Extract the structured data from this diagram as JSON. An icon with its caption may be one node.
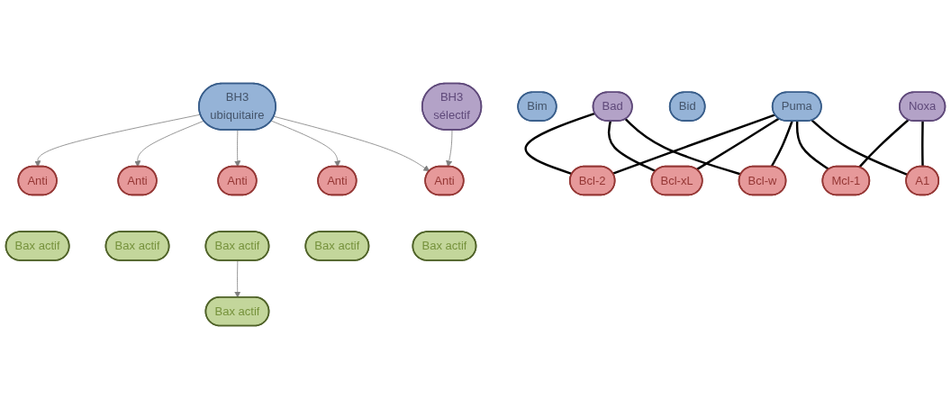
{
  "diagram": {
    "nodes": [
      {
        "text": [
          "BH3",
          "ubiquitaire"
        ]
      },
      {
        "text": [
          "BH3",
          "sélectif"
        ]
      },
      {
        "text": [
          "Anti"
        ]
      },
      {
        "text": [
          "Anti"
        ]
      },
      {
        "text": [
          "Anti"
        ]
      },
      {
        "text": [
          "Anti"
        ]
      },
      {
        "text": [
          "Anti"
        ]
      },
      {
        "text": [
          "Bax actif"
        ]
      },
      {
        "text": [
          "Bax actif"
        ]
      },
      {
        "text": [
          "Bax actif"
        ]
      },
      {
        "text": [
          "Bax actif"
        ]
      },
      {
        "text": [
          "Bax actif"
        ]
      },
      {
        "text": [
          "Bax actif"
        ]
      },
      {
        "text": [
          "Bim"
        ]
      },
      {
        "text": [
          "Puma"
        ]
      },
      {
        "text": [
          "Bid"
        ]
      },
      {
        "text": [
          "Bcl-2"
        ]
      },
      {
        "text": [
          "Bcl-xL"
        ]
      },
      {
        "text": [
          "Bcl-w"
        ]
      },
      {
        "text": [
          "Mcl-1"
        ]
      },
      {
        "text": [
          "A1"
        ]
      },
      {
        "text": [
          "Bad"
        ]
      },
      {
        "text": [
          "Noxa"
        ]
      }
    ],
    "edges": [
      {
        "from": 0,
        "to": 2,
        "arrow": "to",
        "color": "#7f7f7f"
      },
      {
        "from": 0,
        "to": 3,
        "arrow": "to",
        "color": "#7f7f7f"
      },
      {
        "from": 0,
        "to": 4,
        "arrow": "to",
        "color": "#7f7f7f"
      },
      {
        "from": 0,
        "to": 5,
        "arrow": "to",
        "color": "#7f7f7f"
      },
      {
        "from": 0,
        "to": 6,
        "arrow": "to",
        "color": "#7f7f7f"
      },
      {
        "from": 1,
        "to": 6,
        "arrow": "to",
        "color": "#7f7f7f"
      },
      {
        "from": 9,
        "to": 12,
        "arrow": "to",
        "color": "#7f7f7f"
      },
      {
        "from": 14,
        "to": 16,
        "arrow": "none"
      },
      {
        "from": 14,
        "to": 17,
        "arrow": "none"
      },
      {
        "from": 14,
        "to": 18,
        "arrow": "none"
      },
      {
        "from": 14,
        "to": 19,
        "arrow": "none"
      },
      {
        "from": 14,
        "to": 20,
        "arrow": "none"
      },
      {
        "from": 21,
        "to": 16,
        "arrow": "none"
      },
      {
        "from": 21,
        "to": 17,
        "arrow": "none"
      },
      {
        "from": 21,
        "to": 18,
        "arrow": "none"
      },
      {
        "from": 22,
        "to": 19,
        "arrow": "none"
      },
      {
        "from": 22,
        "to": 20,
        "arrow": "none"
      }
    ]
  }
}
